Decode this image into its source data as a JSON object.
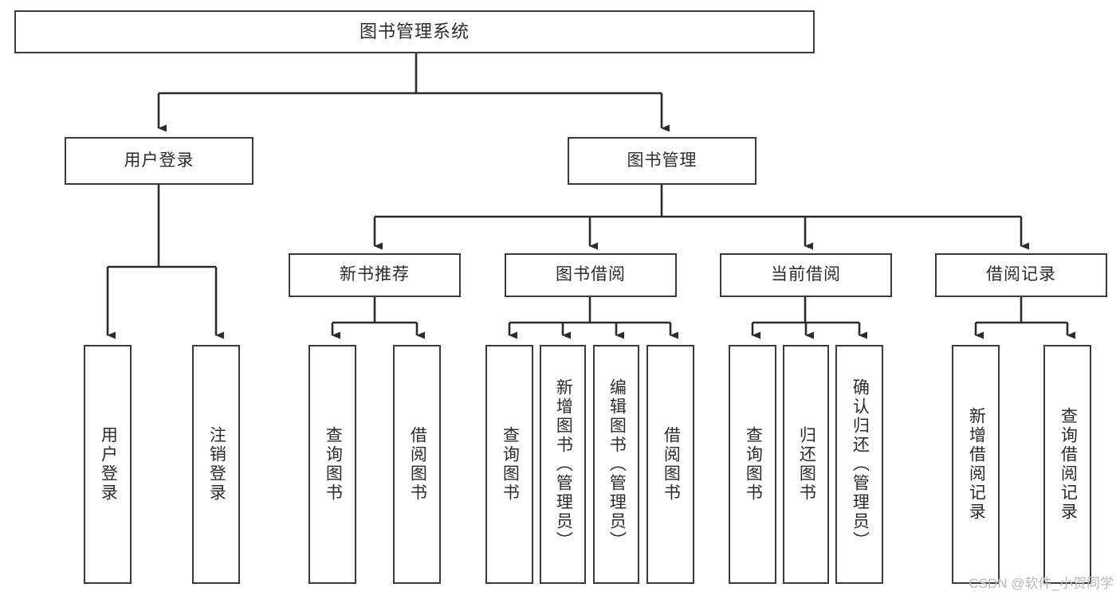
{
  "diagram": {
    "type": "tree",
    "title": "图书管理系统",
    "watermark": "CSDN @软件_小贺同学",
    "root": {
      "label": "图书管理系统"
    },
    "level2": [
      {
        "id": "user-login",
        "label": "用户登录"
      },
      {
        "id": "book-manage",
        "label": "图书管理"
      }
    ],
    "level3": [
      {
        "id": "new-book-rec",
        "label": "新书推荐",
        "parent": "book-manage"
      },
      {
        "id": "book-borrow",
        "label": "图书借阅",
        "parent": "book-manage"
      },
      {
        "id": "current-borrow",
        "label": "当前借阅",
        "parent": "book-manage"
      },
      {
        "id": "borrow-record",
        "label": "借阅记录",
        "parent": "book-manage"
      }
    ],
    "leaves": [
      {
        "id": "leaf-user-login",
        "label": "用户登录",
        "parent": "user-login"
      },
      {
        "id": "leaf-logout",
        "label": "注销登录",
        "parent": "user-login"
      },
      {
        "id": "leaf-query-book-1",
        "label": "查询图书",
        "parent": "new-book-rec"
      },
      {
        "id": "leaf-borrow-book-1",
        "label": "借阅图书",
        "parent": "new-book-rec"
      },
      {
        "id": "leaf-query-book-2",
        "label": "查询图书",
        "parent": "book-borrow"
      },
      {
        "id": "leaf-add-book",
        "label": "新增图书（管理员）",
        "parent": "book-borrow"
      },
      {
        "id": "leaf-edit-book",
        "label": "编辑图书（管理员）",
        "parent": "book-borrow"
      },
      {
        "id": "leaf-borrow-book-2",
        "label": "借阅图书",
        "parent": "book-borrow"
      },
      {
        "id": "leaf-query-book-3",
        "label": "查询图书",
        "parent": "current-borrow"
      },
      {
        "id": "leaf-return-book",
        "label": "归还图书",
        "parent": "current-borrow"
      },
      {
        "id": "leaf-confirm-return",
        "label": "确认归还（管理员）",
        "parent": "current-borrow"
      },
      {
        "id": "leaf-add-record",
        "label": "新增借阅记录",
        "parent": "borrow-record"
      },
      {
        "id": "leaf-query-record",
        "label": "查询借阅记录",
        "parent": "borrow-record"
      }
    ],
    "colors": {
      "stroke": "#3a3a3a",
      "fill": "#ffffff",
      "text": "#2b2b2b",
      "watermark": "#b9b9b9"
    }
  }
}
